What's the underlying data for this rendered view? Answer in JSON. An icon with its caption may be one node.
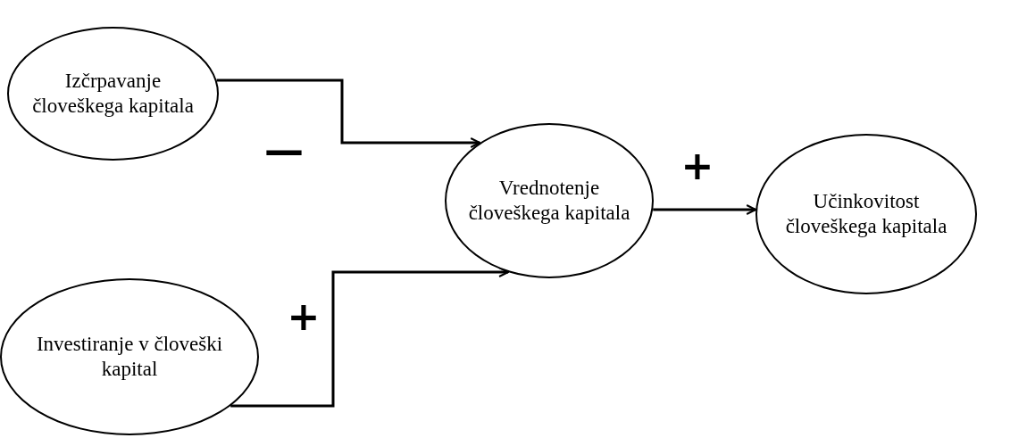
{
  "diagram": {
    "nodes": [
      {
        "text": [
          "Izčrpavanje človeškega kapitala"
        ]
      },
      {
        "text": [
          "Investiranje v človeški kapital"
        ]
      },
      {
        "text": [
          "Vrednotenje človeškega kapitala"
        ]
      },
      {
        "text": [
          "Učinkovitost človeškega kapitala"
        ]
      }
    ],
    "edges": [
      {
        "from": 0,
        "to": 2,
        "arrow": "to",
        "label": "—"
      },
      {
        "from": 1,
        "to": 2,
        "arrow": "to",
        "label": "+"
      },
      {
        "from": 2,
        "to": 3,
        "arrow": "to",
        "label": "+"
      }
    ]
  }
}
